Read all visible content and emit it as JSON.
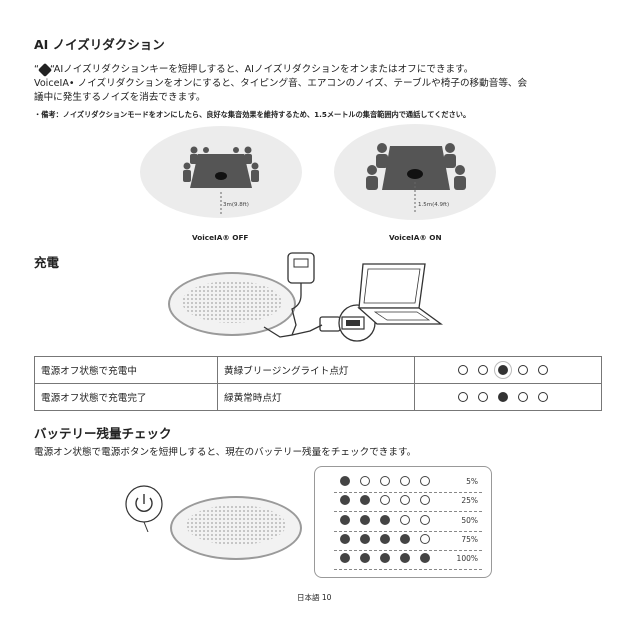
{
  "section_ai": {
    "title": "AI ノイズリダクション",
    "para1": "“ ” “AIノイズリダクションキーを短押しすると、AIノイズリダクションをオンまたはオフにできます。",
    "para2": "VoiceIA• ノイズリダクションをオンにすると、タイピング音、エアコンのノイズ、テーブルや椅子の移動音等、会",
    "para3": "議中に発生するノイズを消去できます。",
    "note": "・備考：ノイズリダクションモードをオンにしたら、良好な集音効果を維持するため、1.5メートルの集音範囲内で通話してください。",
    "off": {
      "distance": "3m(9.8ft)",
      "caption": "VoiceIA® OFF"
    },
    "on": {
      "distance": "1.5m(4.9ft)",
      "caption": "VoiceIA® ON"
    }
  },
  "section_charge": {
    "title": "充電",
    "rows": [
      {
        "state": "電源オフ状態で充電中",
        "led": "黄緑ブリージングライト点灯",
        "lit": 3,
        "blink": true
      },
      {
        "state": "電源オフ状態で充電完了",
        "led": "緑黄常時点灯",
        "lit": 3,
        "blink": false
      }
    ]
  },
  "section_battery": {
    "title": "バッテリー残量チェック",
    "desc": "電源オン状態で電源ボタンを短押しすると、現在のバッテリー残量をチェックできます。",
    "levels": [
      {
        "label": "5%",
        "filled": 1
      },
      {
        "label": "25%",
        "filled": 2
      },
      {
        "label": "50%",
        "filled": 3
      },
      {
        "label": "75%",
        "filled": 4
      },
      {
        "label": "100%",
        "filled": 5
      }
    ]
  },
  "footer": {
    "page": "日本語 10"
  },
  "colors": {
    "text": "#222222",
    "ellipse": "#ececec",
    "led": "#333333"
  }
}
